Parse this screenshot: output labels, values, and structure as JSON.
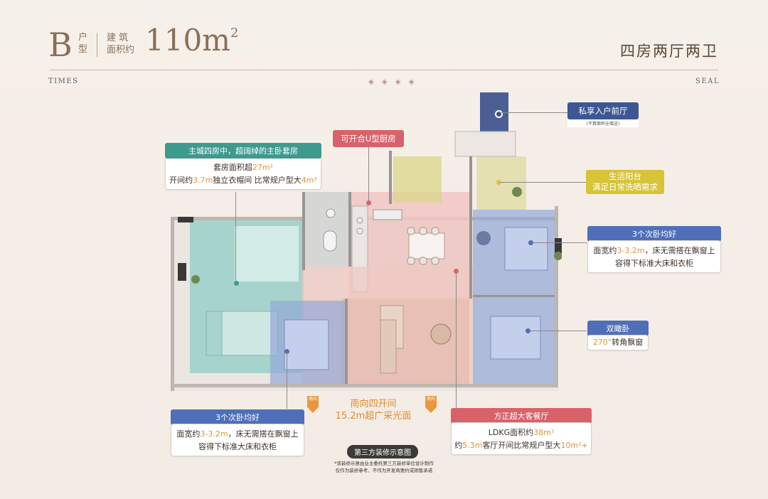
{
  "header": {
    "unit_letter": "B",
    "unit_suffix": [
      "户",
      "型"
    ],
    "area_label": [
      "建 筑",
      "面积约"
    ],
    "area_value": "110m",
    "area_unit_sup": "2",
    "layout_name": "四房两厅两卫",
    "brand_left": "TIMES",
    "brand_right": "SEAL",
    "ornament": "◈ ◈ ◈ ◈"
  },
  "labels": {
    "foyer": {
      "title": "私享入户前厅",
      "note": "(不算面积全赠送)"
    },
    "balcony": {
      "line1": "生活阳台",
      "line2": "满足日常洗晒需求"
    },
    "kitchen": {
      "title": "可开合U型厨房"
    },
    "master": {
      "title": "主城四房中，超阔绰的主卧套房",
      "l1a": "套房面积超",
      "l1b": "27m²",
      "l2a": "开间约",
      "l2b": "3.7m",
      "l2c": "独立衣帽间 比常规户型大",
      "l2d": "4m²"
    },
    "bedroomRight": {
      "title": "3个次卧均好",
      "l1a": "面宽约",
      "l1b": "3-3.2m",
      "l1c": "，床无需搭在飘窗上",
      "l2": "容得下标准大床和衣柜"
    },
    "bedroomLeft": {
      "title": "3个次卧均好",
      "l1a": "面宽约",
      "l1b": "3-3.2m",
      "l1c": "，床无需搭在飘窗上",
      "l2": "容得下标准大床和衣柜"
    },
    "viewBedroom": {
      "title": "双瞰卧",
      "a": "270°",
      "b": "转角飘窗"
    },
    "south": {
      "line1": "南向四开间",
      "line2": "15.2m超广采光面"
    },
    "south_arrow": "南向",
    "living": {
      "title": "方正超大客餐厅",
      "l1a": "LDKG面积约",
      "l1b": "38m²",
      "l2a": "约",
      "l2b": "5.3m",
      "l2c": "客厅开间比常规户型大",
      "l2d": "10m²+"
    },
    "caption": "第三方装修示意图",
    "disclaimer1": "*该装修示意由业主委托第三方装修单位设计制作",
    "disclaimer2": "仅作为装修参考、不作为开发商要约或销售承诺"
  },
  "colors": {
    "accent_brown": "#8a6f58",
    "teal": "#3aa08e",
    "blue": "#4f6fb8",
    "red": "#d9626a",
    "yellow": "#d9c23a",
    "orange": "#e58a2e"
  }
}
